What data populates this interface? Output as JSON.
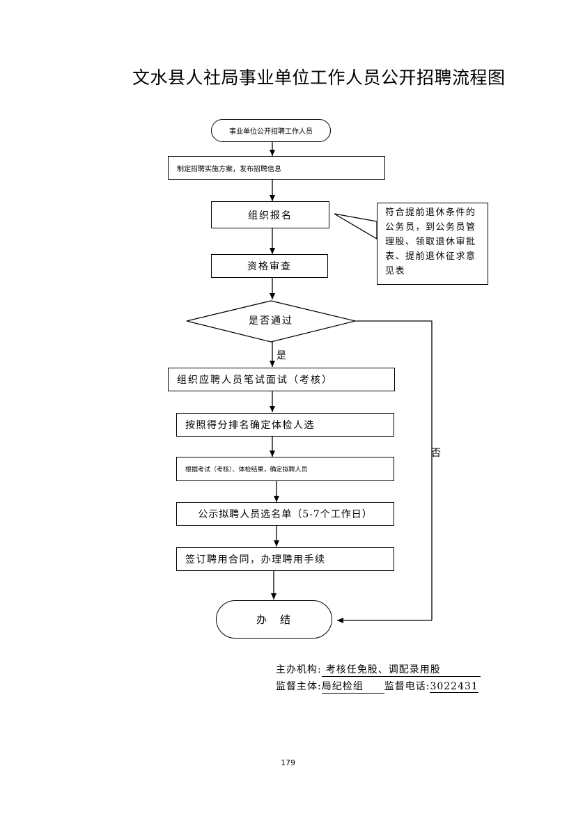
{
  "page": {
    "title": "文水县人社局事业单位工作人员公开招聘流程图",
    "page_number": "179"
  },
  "flowchart": {
    "steps": {
      "start": "事业单位公开招聘工作人员",
      "plan": "制定招聘实施方案，发布招聘信息",
      "register": "组织报名",
      "review": "资格审查",
      "decision": "是否通过",
      "exam": "组织应聘人员笔试面试（考核）",
      "physical": "按照得分排名确定体检人选",
      "determine": "根据考试（考核）、体检结果，确定拟聘人员",
      "publicize": "公示拟聘人员选名单（5-7个工作日）",
      "contract": "签订聘用合同，办理聘用手续",
      "end": "办　结"
    },
    "note": "符合提前退休条件的公务员，到公务员管理股、领取退休审批表、提前退休征求意见表",
    "yes_label": "是",
    "no_label": "否"
  },
  "footer": {
    "host_label": "主办机构:",
    "host_value": "考核任免股、调配录用股",
    "supervisor_label": "监督主体:",
    "supervisor_value": "局纪检组",
    "phone_label": "监督电话:",
    "phone_value": "3022431"
  }
}
